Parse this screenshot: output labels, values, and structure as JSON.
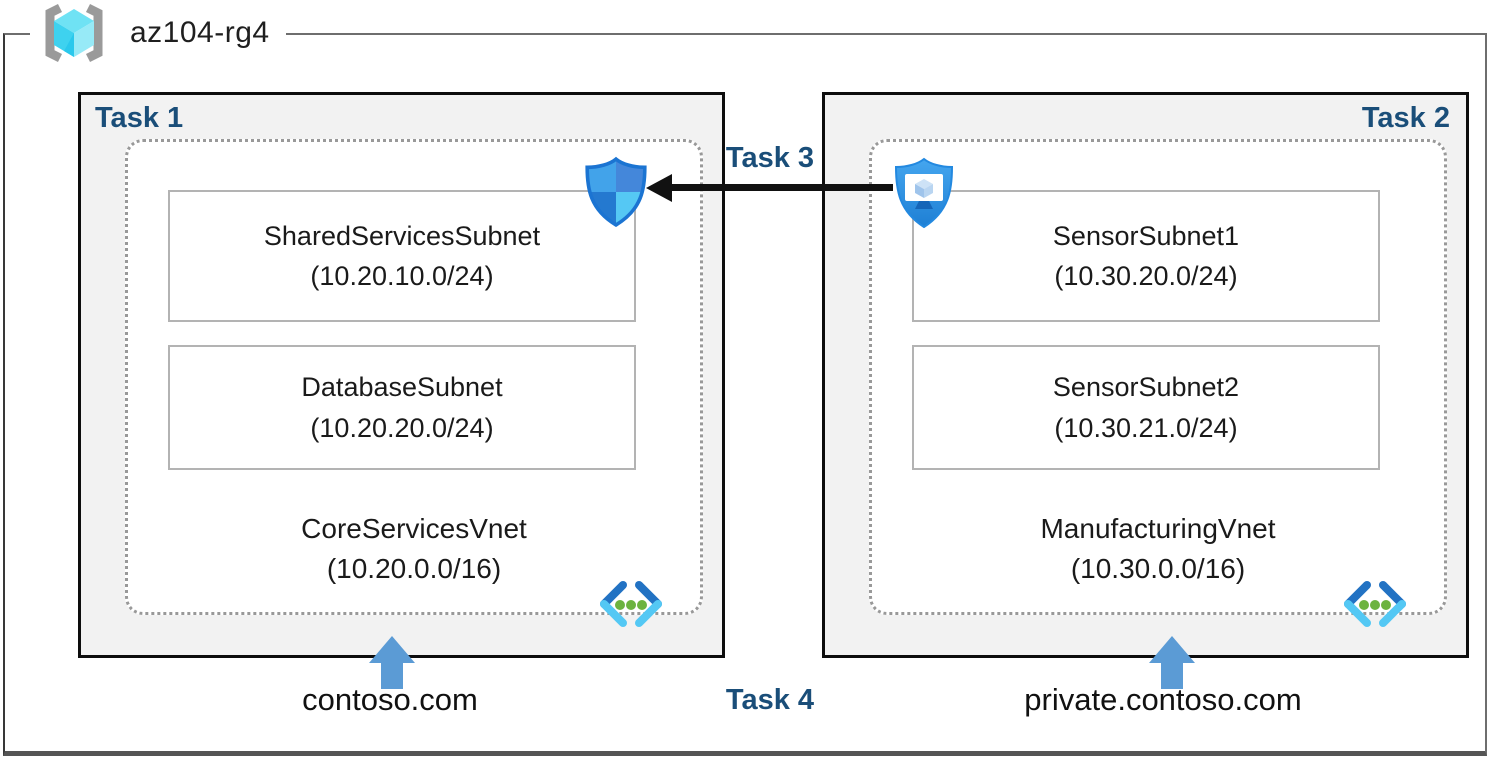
{
  "resource_group": {
    "name": "az104-rg4"
  },
  "left_panel": {
    "task_label": "Task 1",
    "vnet": {
      "name": "CoreServicesVnet",
      "cidr": "(10.20.0.0/16)"
    },
    "subnets": [
      {
        "name": "SharedServicesSubnet",
        "cidr": "(10.20.10.0/24)"
      },
      {
        "name": "DatabaseSubnet",
        "cidr": "(10.20.20.0/24)"
      }
    ],
    "dns_label": "contoso.com"
  },
  "right_panel": {
    "task_label": "Task 2",
    "vnet": {
      "name": "ManufacturingVnet",
      "cidr": "(10.30.0.0/16)"
    },
    "subnets": [
      {
        "name": "SensorSubnet1",
        "cidr": "(10.30.20.0/24)"
      },
      {
        "name": "SensorSubnet2",
        "cidr": "(10.30.21.0/24)"
      }
    ],
    "dns_label": "private.contoso.com"
  },
  "connections": {
    "peering_task_label": "Task 3",
    "dns_task_label": "Task 4"
  },
  "icons": {
    "resource_group": "resource-group-brackets-cube-icon",
    "network_security": "network-security-group-shield-icon",
    "protected_vm": "shielded-vm-monitor-icon",
    "virtual_network": "virtual-network-chevrons-icon",
    "dns_pointer": "up-arrow-icon"
  },
  "colors": {
    "task_label_blue": "#1a4e79",
    "box_fill_gray": "#f2f2f2",
    "box_border_black": "#0d0d0d",
    "dotted_border_gray": "#999999",
    "subnet_border_gray": "#b3b3b3",
    "peer_arrow_black": "#111111",
    "dns_arrow_blue": "#5b9bd5",
    "vnet_chevron_blue": "#2272c3",
    "vnet_chevron_cyan": "#54c8f4",
    "vnet_dot_green": "#6cb33f",
    "shield_dark_blue": "#1b74d2",
    "shield_light_cyan": "#54c8f4",
    "rg_cube_cyan": "#55d5f0",
    "rg_bracket_gray": "#9a9a9a"
  }
}
